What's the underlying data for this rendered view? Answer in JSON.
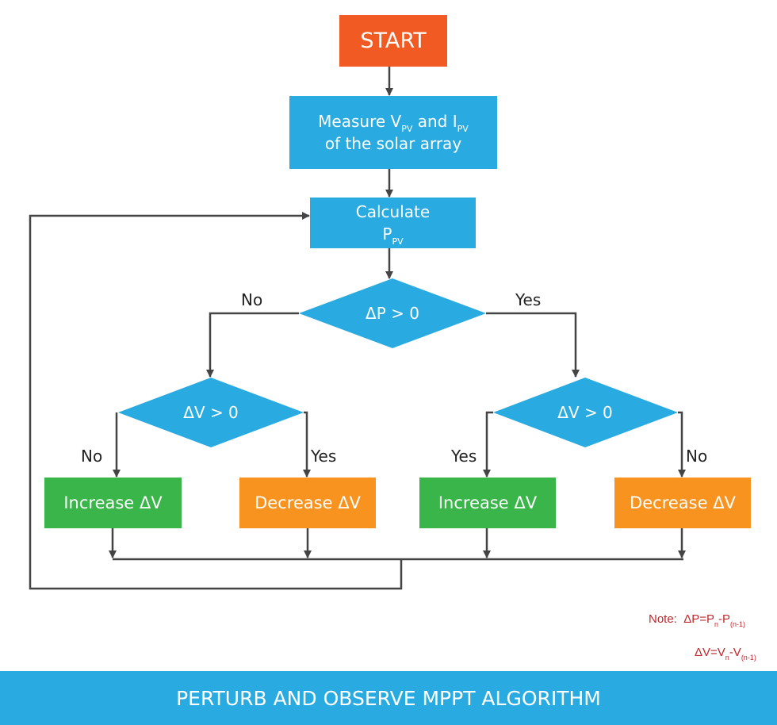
{
  "nodes": {
    "start": "START",
    "measure": {
      "text1": "Measure V",
      "sub1": "PV",
      "text2": " and I",
      "sub2": "PV",
      "line2": "of the solar array"
    },
    "calculate": {
      "line1": "Calculate",
      "text": "P",
      "sub": "PV"
    },
    "dp": "ΔP > 0",
    "dv_left": "ΔV > 0",
    "dv_right": "ΔV > 0",
    "inc_left": "Increase ΔV",
    "dec_left": "Decrease ΔV",
    "inc_right": "Increase ΔV",
    "dec_right": "Decrease ΔV"
  },
  "edge_labels": {
    "dp_no": "No",
    "dp_yes": "Yes",
    "dvl_no": "No",
    "dvl_yes": "Yes",
    "dvr_yes": "Yes",
    "dvr_no": "No"
  },
  "note": {
    "label": "Note:",
    "dp": {
      "a": "ΔP=P",
      "sub1": "n",
      "b": "-P",
      "sub2": "(n-1)"
    },
    "dv": {
      "a": "ΔV=V",
      "sub1": "n",
      "b": "-V",
      "sub2": "(n-1)"
    }
  },
  "footer": "PERTURB AND OBSERVE MPPT ALGORITHM",
  "colors": {
    "start": "#f25a24",
    "process": "#29abe2",
    "increase": "#3ab54a",
    "decrease": "#f7931e",
    "line": "#444444",
    "note": "#c1272d"
  }
}
